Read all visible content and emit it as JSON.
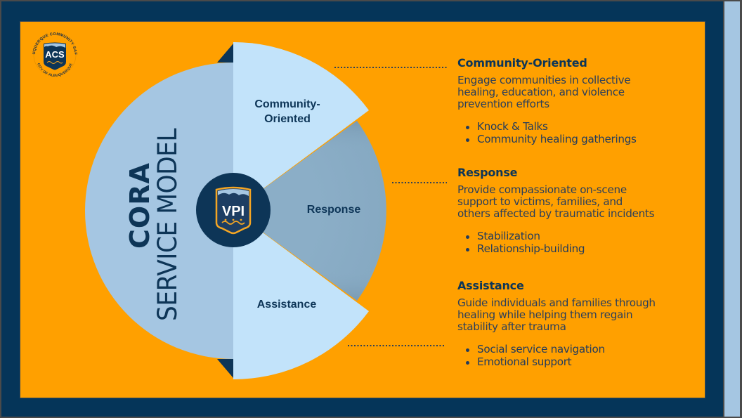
{
  "colors": {
    "background": "#FFA000",
    "frame": "#053559",
    "side_strip": "#A5C6E2",
    "left_half": "#A5C6E2",
    "light_wedge": "#C2E3FA",
    "response_wedge": "#8BAEC7",
    "navy": "#0D3557"
  },
  "logo": {
    "name": "ACS",
    "ring_top_text": "ALBUQUERQUE COMMUNITY SAFETY",
    "ring_bottom_text": "CITY OF ALBUQUERQUE"
  },
  "center_badge": {
    "text": "VPI"
  },
  "title": {
    "bold": "CORA",
    "light": "SERVICE MODEL"
  },
  "wedges": [
    {
      "label_line1": "Community-",
      "label_line2": "Oriented"
    },
    {
      "label": "Response"
    },
    {
      "label": "Assistance"
    }
  ],
  "sections": [
    {
      "title": "Community-Oriented",
      "description": [
        "Engage communities in collective",
        "healing, education, and violence",
        "prevention efforts"
      ],
      "bullets": [
        "Knock & Talks",
        "Community healing gatherings"
      ]
    },
    {
      "title": "Response",
      "description": [
        "Provide compassionate on-scene",
        "support to victims, families, and",
        "others affected by traumatic incidents"
      ],
      "bullets": [
        "Stabilization",
        "Relationship-building"
      ]
    },
    {
      "title": "Assistance",
      "description": [
        "Guide individuals and families through",
        "healing while helping them regain",
        "stability after trauma"
      ],
      "bullets": [
        "Social service navigation",
        "Emotional support"
      ]
    }
  ]
}
